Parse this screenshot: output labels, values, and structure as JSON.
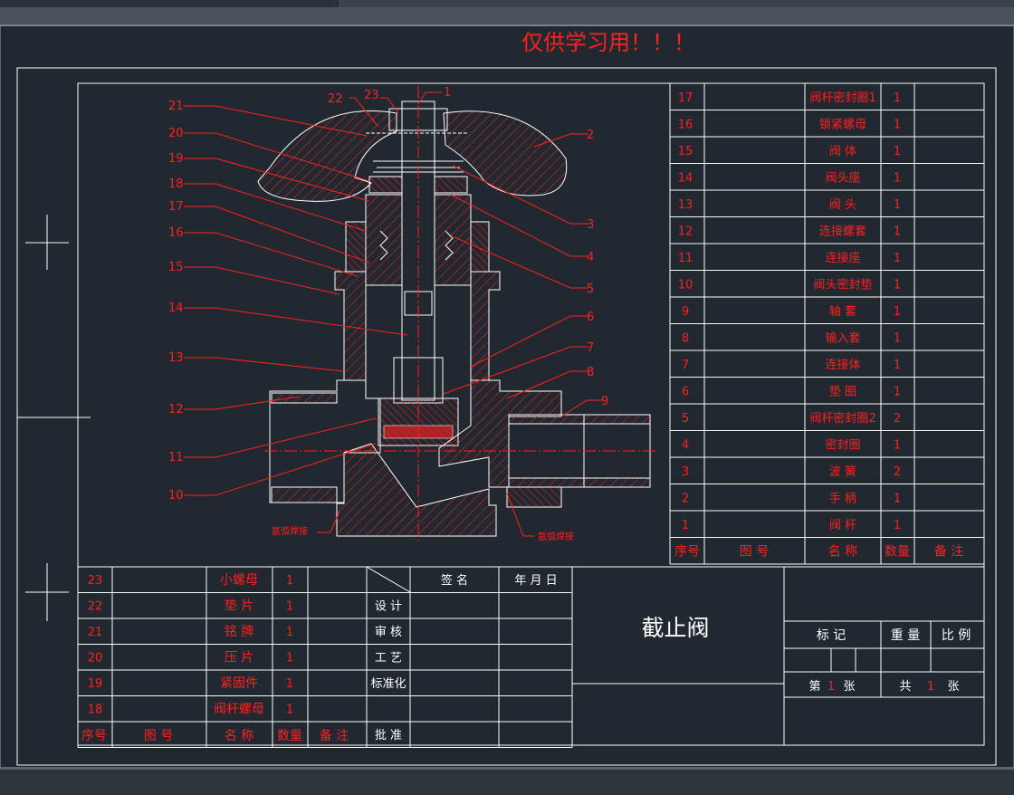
{
  "watermark": "仅供学习用！！！",
  "drawing_title": "截止阀",
  "parts_right": [
    {
      "no": "17",
      "name": "阀杆密封圈1",
      "qty": "1"
    },
    {
      "no": "16",
      "name": "锁紧螺母",
      "qty": "1"
    },
    {
      "no": "15",
      "name": "阀 体",
      "qty": "1"
    },
    {
      "no": "14",
      "name": "阀头座",
      "qty": "1"
    },
    {
      "no": "13",
      "name": "阀 头",
      "qty": "1"
    },
    {
      "no": "12",
      "name": "连接螺套",
      "qty": "1"
    },
    {
      "no": "11",
      "name": "连接座",
      "qty": "1"
    },
    {
      "no": "10",
      "name": "阀头密封垫",
      "qty": "1"
    },
    {
      "no": "9",
      "name": "轴 套",
      "qty": "1"
    },
    {
      "no": "8",
      "name": "输入套",
      "qty": "1"
    },
    {
      "no": "7",
      "name": "连接体",
      "qty": "1"
    },
    {
      "no": "6",
      "name": "垫 圈",
      "qty": "1"
    },
    {
      "no": "5",
      "name": "阀杆密封圈2",
      "qty": "2"
    },
    {
      "no": "4",
      "name": "密封圈",
      "qty": "1"
    },
    {
      "no": "3",
      "name": "波 簧",
      "qty": "2"
    },
    {
      "no": "2",
      "name": "手 柄",
      "qty": "1"
    },
    {
      "no": "1",
      "name": "阀 杆",
      "qty": "1"
    }
  ],
  "right_header": {
    "no": "序号",
    "code": "图 号",
    "name": "名 称",
    "qty": "数量",
    "note": "备 注"
  },
  "parts_left": [
    {
      "no": "23",
      "name": "小螺母",
      "qty": "1"
    },
    {
      "no": "22",
      "name": "垫 片",
      "qty": "1"
    },
    {
      "no": "21",
      "name": "铭 牌",
      "qty": "1"
    },
    {
      "no": "20",
      "name": "压 片",
      "qty": "1"
    },
    {
      "no": "19",
      "name": "紧固件",
      "qty": "1"
    },
    {
      "no": "18",
      "name": "阀杆螺母",
      "qty": "1"
    }
  ],
  "left_header": {
    "no": "序号",
    "code": "图 号",
    "name": "名 称",
    "qty": "数量",
    "note": "备 注"
  },
  "sign_rows": [
    "设 计",
    "审 核",
    "工 艺",
    "标准化",
    "",
    "批 准"
  ],
  "sign_header": {
    "sign": "签 名",
    "date": "年 月 日"
  },
  "title_block": {
    "mark": "标 记",
    "weight": "重 量",
    "scale": "比 例",
    "sheet": "第",
    "sheet_no": "1",
    "sheet_unit": "张",
    "total": "共",
    "total_no": "1",
    "total_unit": "张"
  },
  "callouts_left": [
    "21",
    "20",
    "19",
    "18",
    "17",
    "16",
    "15",
    "14",
    "13",
    "12",
    "11",
    "10"
  ],
  "callouts_top": [
    "22",
    "23",
    "1"
  ],
  "callouts_right": [
    "2",
    "3",
    "4",
    "5",
    "6",
    "7",
    "8",
    "9"
  ],
  "weld_note": "氩弧焊接",
  "colors": {
    "background": "#212830",
    "lines": "#ffffff",
    "red": "#ff0000"
  }
}
